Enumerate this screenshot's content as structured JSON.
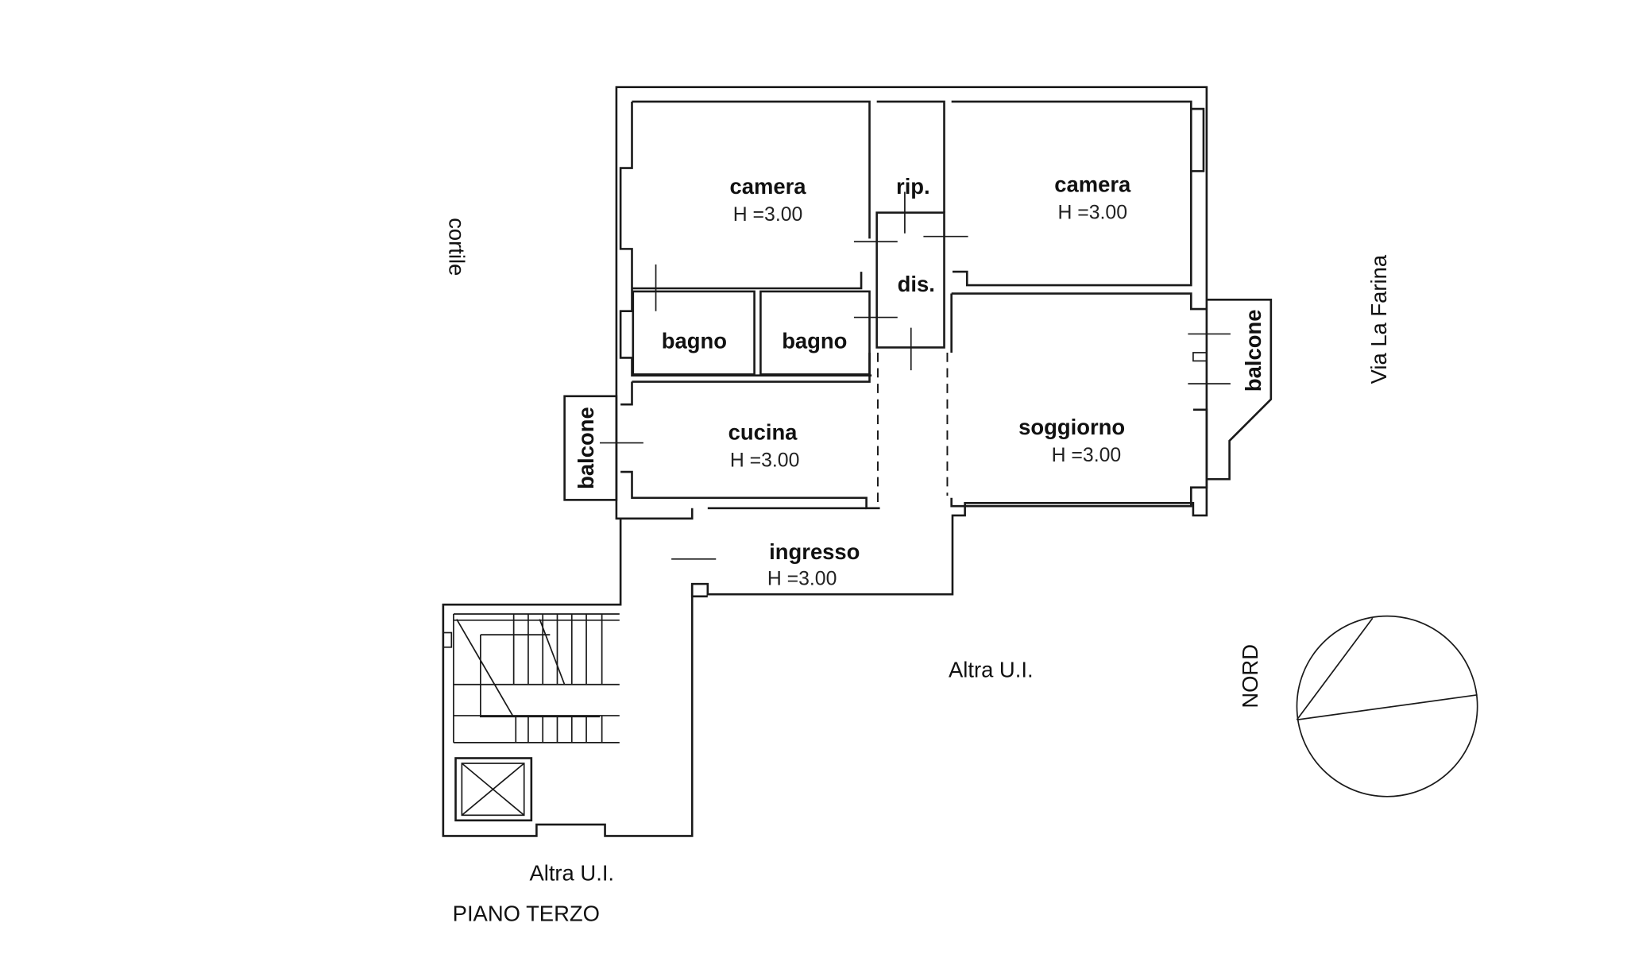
{
  "title": "PIANO TERZO",
  "rooms": {
    "camera_left": {
      "name": "camera",
      "height": "H =3.00"
    },
    "rip": {
      "name": "rip."
    },
    "camera_right": {
      "name": "camera",
      "height": "H =3.00"
    },
    "dis": {
      "name": "dis."
    },
    "bagno_1": {
      "name": "bagno"
    },
    "bagno_2": {
      "name": "bagno"
    },
    "cucina": {
      "name": "cucina",
      "height": "H =3.00"
    },
    "soggiorno": {
      "name": "soggiorno",
      "height": "H =3.00"
    },
    "ingresso": {
      "name": "ingresso",
      "height": "H =3.00"
    },
    "balcone_left": {
      "name": "balcone"
    },
    "balcone_right": {
      "name": "balcone"
    }
  },
  "surroundings": {
    "cortile": "cortile",
    "street": "Via La Farina",
    "other_unit_right": "Altra U.I.",
    "other_unit_bottom": "Altra U.I."
  },
  "north_label": "NORD"
}
